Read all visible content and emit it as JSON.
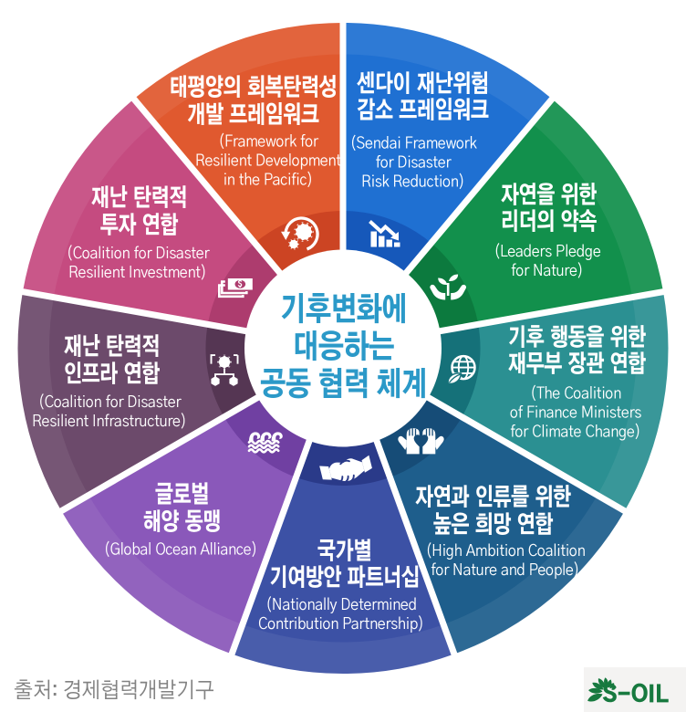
{
  "wheel": {
    "center": {
      "lines": [
        "기후변화에",
        "대응하는",
        "공동 협력 체계"
      ],
      "text_color": "#2B99C8"
    },
    "segments": [
      {
        "id": "pacific-framework",
        "color": "#E0592F",
        "dark_color": "#CC4423",
        "icon": "gear-cycle-icon",
        "korean_lines": [
          "태평양의 회복탄력성",
          "개발 프레임워크"
        ],
        "english_lines": [
          "(Framework for",
          "Resilient Development",
          "in the Pacific)"
        ]
      },
      {
        "id": "sendai-framework",
        "color": "#1F70D2",
        "dark_color": "#1658BA",
        "icon": "chart-down-icon",
        "korean_lines": [
          "센다이 재난위험",
          "감소 프레임워크"
        ],
        "english_lines": [
          "(Sendai Framework",
          "for Disaster",
          "Risk Reduction)"
        ]
      },
      {
        "id": "leaders-pledge",
        "color": "#12904C",
        "dark_color": "#0C7A3E",
        "icon": "hands-sprout-icon",
        "korean_lines": [
          "자연을 위한",
          "리더의 약속"
        ],
        "english_lines": [
          "(Leaders Pledge",
          "for Nature)"
        ]
      },
      {
        "id": "finance-ministers-coalition",
        "color": "#2B9092",
        "dark_color": "#157179",
        "icon": "globe-leaf-icon",
        "korean_lines": [
          "기후 행동을 위한",
          "재무부 장관 연합"
        ],
        "english_lines": [
          "(The Coalition",
          "of Finance Ministers",
          "for Climate Change)"
        ]
      },
      {
        "id": "high-ambition-coalition",
        "color": "#1E5E8C",
        "dark_color": "#164C77",
        "icon": "hands-heart-icon",
        "korean_lines": [
          "자연과 인류를 위한",
          "높은 희망 연합"
        ],
        "english_lines": [
          "(High Ambition Coalition",
          "for Nature and People)"
        ]
      },
      {
        "id": "ndc-partnership",
        "color": "#3C51A5",
        "dark_color": "#2A3A89",
        "icon": "handshake-icon",
        "korean_lines": [
          "국가별",
          "기여방안 파트너십"
        ],
        "english_lines": [
          "(Nationally Determined",
          "Contribution Partnership)"
        ]
      },
      {
        "id": "global-ocean-alliance",
        "color": "#8A58BA",
        "dark_color": "#7040A2",
        "icon": "waves-icon",
        "korean_lines": [
          "글로벌",
          "해양 동맹"
        ],
        "english_lines": [
          "(Global Ocean Alliance)"
        ]
      },
      {
        "id": "disaster-resilient-infrastructure",
        "color": "#6C4A6B",
        "dark_color": "#553653",
        "icon": "network-gear-icon",
        "korean_lines": [
          "재난 탄력적",
          "인프라 연합"
        ],
        "english_lines": [
          "(Coalition for Disaster",
          "Resilient Infrastructure)"
        ]
      },
      {
        "id": "disaster-resilient-investment",
        "color": "#C54B80",
        "dark_color": "#AD3C6E",
        "icon": "banknotes-icon",
        "korean_lines": [
          "재난 탄력적",
          "투자 연합"
        ],
        "english_lines": [
          "(Coalition for Disaster",
          "Resilient Investment)"
        ]
      }
    ]
  },
  "footer": {
    "source_note": "출처: 경제협력개발기구",
    "logo_text": "S-OIL",
    "logo_color": "#17793F"
  }
}
